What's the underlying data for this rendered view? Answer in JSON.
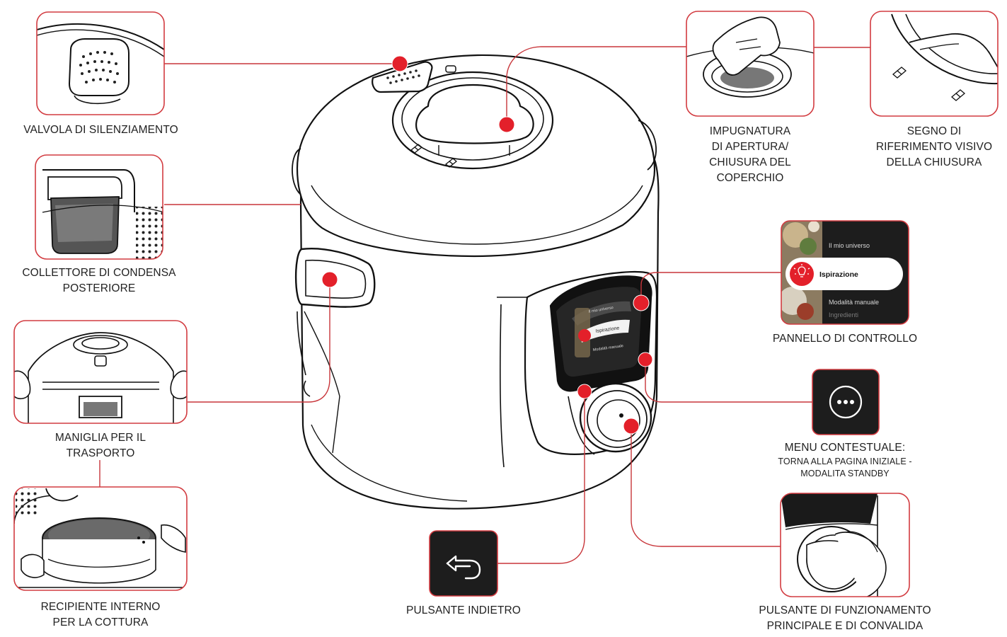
{
  "labels": {
    "silencing_valve": [
      "VALVOLA DI SILENZIAMENTO"
    ],
    "condensation_collector": [
      "COLLETTORE DI CONDENSA",
      "POSTERIORE"
    ],
    "transport_handle": [
      "MANIGLIA PER IL",
      "TRASPORTO"
    ],
    "inner_pot": [
      "RECIPIENTE INTERNO",
      "PER LA COTTURA"
    ],
    "lid_handle": [
      "IMPUGNATURA",
      "DI APERTURA/",
      "CHIUSURA DEL",
      "COPERCHIO"
    ],
    "locking_mark": [
      "SEGNO DI",
      "RIFERIMENTO VISIVO",
      "DELLA CHIUSURA"
    ],
    "control_panel": [
      "PANNELLO DI CONTROLLO"
    ],
    "context_menu": {
      "title": "MENU CONTESTUALE:",
      "sub1": "TORNA ALLA PAGINA INIZIALE -",
      "sub2": "MODALITA STANDBY"
    },
    "back_button": [
      "PULSANTE INDIETRO"
    ],
    "main_button": [
      "PULSANTE DI FUNZIONAMENTO",
      "PRINCIPALE E DI CONVALIDA"
    ]
  },
  "screen_menu": {
    "item_top": "Il mio universo",
    "item_selected": "Ispirazione",
    "item_bottom": "Modalità manuale",
    "item_faded": "Ingredienti"
  },
  "colors": {
    "accent": "#e3202a",
    "line": "#c8353a",
    "screen": "#1d1d1d"
  }
}
